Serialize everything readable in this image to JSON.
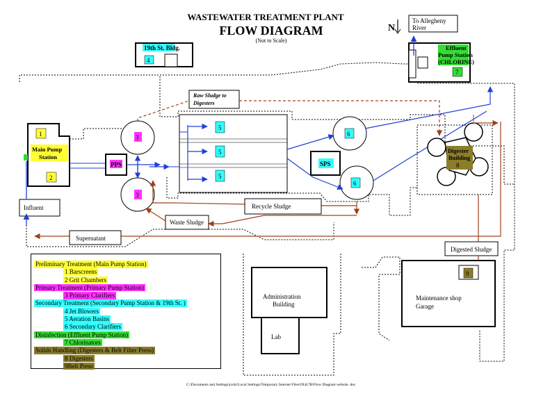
{
  "header": {
    "title": "WASTEWATER TREATMENT PLANT",
    "subtitle": "FLOW DIAGRAM",
    "note": "(Not to Scale)"
  },
  "north": "N",
  "labels": {
    "allegheny": "To Allegheny River",
    "bldg19": "19th St. Bldg.",
    "bldg19_num": "4",
    "effluent": "Effluent Pump Station (CHLORINE)",
    "effluent_num": "7",
    "raw_sludge": "Raw Sludge to Digesters",
    "main_pump": "Main Pump Station",
    "main_pump_n1": "1",
    "main_pump_n2": "2",
    "pps": "PPS",
    "sps": "SPS",
    "influent": "Influent",
    "recycle": "Recycle Sludge",
    "waste": "Waste Sludge",
    "supernatant": "Supernatant",
    "digester": "Digester Building",
    "digester_num": "8",
    "digested": "Digested Sludge",
    "admin": "Administration Building",
    "lab": "Lab",
    "maint": "Maintenance shop Garage",
    "maint_num": "9",
    "clar3a": "3",
    "clar3b": "3",
    "aer5a": "5",
    "aer5b": "5",
    "aer5c": "5",
    "sec6a": "6",
    "sec6b": "6",
    "path": "C:\\Documents and Settings\\jvolz\\Local Settings\\Temporary Internet Files\\OLK7B\\Flow Diagram website .doc"
  },
  "legend": [
    {
      "text": "Preliminary Treatment (Main Pump Station)",
      "color": "#ffff33",
      "indent": 0
    },
    {
      "text": "1 Barscreens",
      "color": "#ffff33",
      "indent": 1
    },
    {
      "text": "2 Grit Chambers",
      "color": "#ffff33",
      "indent": 1
    },
    {
      "text": "Primary Treatment (Primary Pump Station)",
      "color": "#ff33ff",
      "indent": 0
    },
    {
      "text": "3 Primary Clarifiers",
      "color": "#ff33ff",
      "indent": 1
    },
    {
      "text": "Secondary Treatment (Secondary Pump Station & 19th St. )",
      "color": "#33ffff",
      "indent": 0
    },
    {
      "text": "4 Jet Blowers",
      "color": "#33ffff",
      "indent": 1
    },
    {
      "text": "5 Aeration Basins",
      "color": "#33ffff",
      "indent": 1
    },
    {
      "text": "6 Secondary Clarifiers",
      "color": "#33ffff",
      "indent": 1
    },
    {
      "text": "Disinfection (Effluent Pump Station)",
      "color": "#33dd33",
      "indent": 0
    },
    {
      "text": "7 Chlorinators",
      "color": "#33dd33",
      "indent": 1
    },
    {
      "text": "Solids Handling (Digesters & Belt Filter Press)",
      "color": "#8b7d2a",
      "indent": 0
    },
    {
      "text": "8 Digesters",
      "color": "#8b7d2a",
      "indent": 1
    },
    {
      "text": "9Belt Press",
      "color": "#8b7d2a",
      "indent": 1
    }
  ],
  "colors": {
    "yellow": "#ffff33",
    "magenta": "#ff33ff",
    "cyan": "#33ffff",
    "green": "#33dd33",
    "olive": "#8b7d2a",
    "blue_flow": "#1f3fd6",
    "sludge_flow": "#a0401a"
  }
}
